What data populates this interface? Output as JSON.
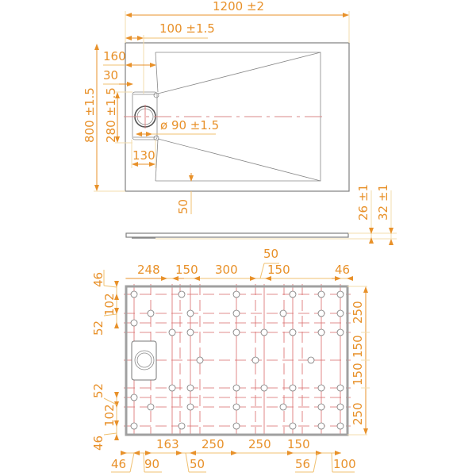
{
  "colors": {
    "dimension": "#e8912a",
    "extension": "#f3dcae",
    "outline": "#808080",
    "grid": "#d96a6a"
  },
  "top_view": {
    "overall_width": "1200 ±2",
    "overall_length": "800 ±1.5",
    "channel_offset": "100 ±1.5",
    "slope_start": "160",
    "drain_edge": "30",
    "drain_channel_length": "280 ±1.5",
    "drain_diameter": "ø 90 ±1.5",
    "drain_box_width": "130",
    "rim_width": "50"
  },
  "side_view": {
    "edge_height": "26 ±1",
    "total_height": "32 ±1"
  },
  "bottom_view": {
    "top_dims": [
      "248",
      "150",
      "300",
      "50",
      "150",
      "46"
    ],
    "left_top_dims": [
      "46",
      "102",
      "52"
    ],
    "left_bottom_dims": [
      "52",
      "102",
      "46"
    ],
    "right_dims": [
      "250",
      "150",
      "150",
      "250"
    ],
    "bottom_dims_upper": [
      "163",
      "250",
      "250",
      "150"
    ],
    "bottom_dims_lower": [
      "46",
      "90",
      "50",
      "56",
      "100"
    ]
  },
  "icons": {
    "drain": "drain-circle-icon",
    "support_foot": "support-foot-icon"
  }
}
